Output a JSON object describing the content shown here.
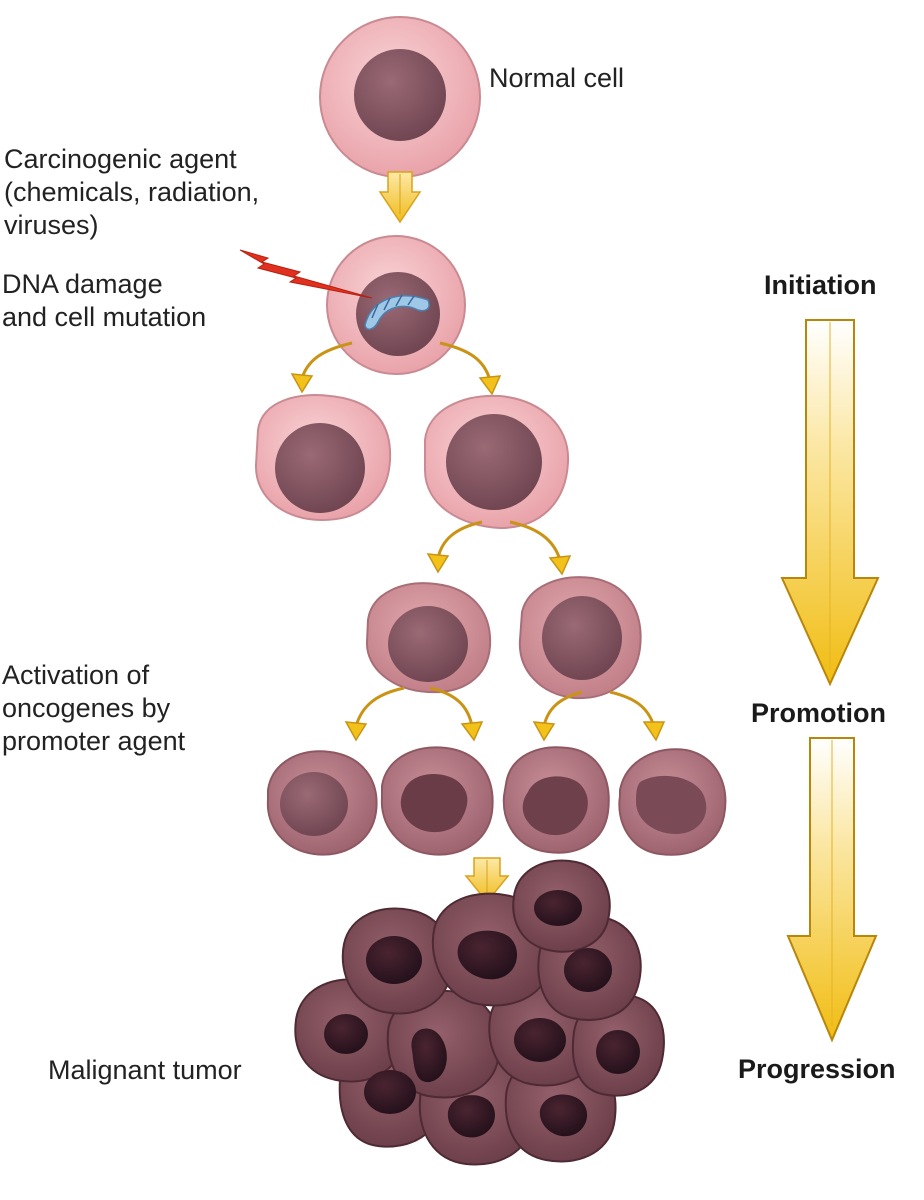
{
  "labels": {
    "normal_cell": "Normal cell",
    "carcinogenic_agent": [
      "Carcinogenic agent",
      "(chemicals, radiation,",
      "viruses)"
    ],
    "dna_damage": [
      "DNA damage",
      "and cell mutation"
    ],
    "activation": [
      "Activation of",
      "oncogenes by",
      "promoter agent"
    ],
    "malignant_tumor": "Malignant tumor"
  },
  "stages": {
    "initiation": "Initiation",
    "promotion": "Promotion",
    "progression": "Progression"
  },
  "colors": {
    "normal_cytoplasm": "#f2b8bd",
    "normal_nucleus": "#8a5560",
    "mid_cytoplasm": "#c98a92",
    "late_cytoplasm": "#a86e78",
    "tumor_cytoplasm": "#7a4a54",
    "tumor_nucleus": "#2e1420",
    "arrow_yellow": "#f2c21b",
    "radiation_red": "#e03020"
  }
}
